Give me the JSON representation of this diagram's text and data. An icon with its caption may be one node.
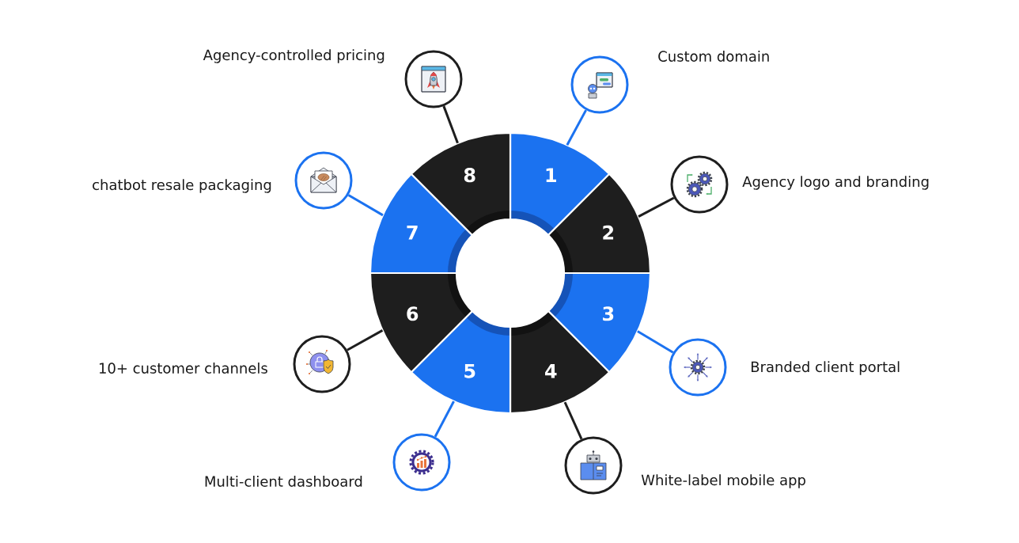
{
  "diagram": {
    "nodes": [
      {
        "text": [
          "1"
        ]
      },
      {
        "text": [
          "2"
        ]
      },
      {
        "text": [
          "3"
        ]
      },
      {
        "text": [
          "4"
        ]
      },
      {
        "text": [
          "5"
        ]
      },
      {
        "text": [
          "6"
        ]
      },
      {
        "text": [
          "7"
        ]
      },
      {
        "text": [
          "8"
        ]
      },
      {
        "text": [],
        "shape": "circle",
        "beside": [
          "Custom domain"
        ]
      },
      {
        "text": [],
        "shape": "circle",
        "beside": [
          "Agency logo and branding"
        ]
      },
      {
        "text": [],
        "shape": "circle",
        "beside": [
          "Branded client portal"
        ]
      },
      {
        "text": [],
        "shape": "circle",
        "beside": [
          "White-label mobile app"
        ]
      },
      {
        "text": [],
        "shape": "circle",
        "beside": [
          "Multi-client dashboard"
        ]
      },
      {
        "text": [],
        "shape": "circle",
        "beside": [
          "10+ customer channels"
        ]
      },
      {
        "text": [],
        "shape": "circle",
        "beside": [
          "chatbot resale packaging"
        ]
      },
      {
        "text": [],
        "shape": "circle",
        "beside": [
          "Agency-controlled pricing"
        ]
      }
    ],
    "edges": [
      {
        "from": 0,
        "to": 8,
        "arrow": "none",
        "color": "#1b72f0"
      },
      {
        "from": 1,
        "to": 9,
        "arrow": "none",
        "color": "#1e1e1e"
      },
      {
        "from": 2,
        "to": 10,
        "arrow": "none",
        "color": "#1b72f0"
      },
      {
        "from": 3,
        "to": 11,
        "arrow": "none",
        "color": "#1e1e1e"
      },
      {
        "from": 4,
        "to": 12,
        "arrow": "none",
        "color": "#1b72f0"
      },
      {
        "from": 5,
        "to": 13,
        "arrow": "none",
        "color": "#1e1e1e"
      },
      {
        "from": 6,
        "to": 14,
        "arrow": "none",
        "color": "#1b72f0"
      },
      {
        "from": 7,
        "to": 15,
        "arrow": "none",
        "color": "#1e1e1e"
      }
    ]
  }
}
